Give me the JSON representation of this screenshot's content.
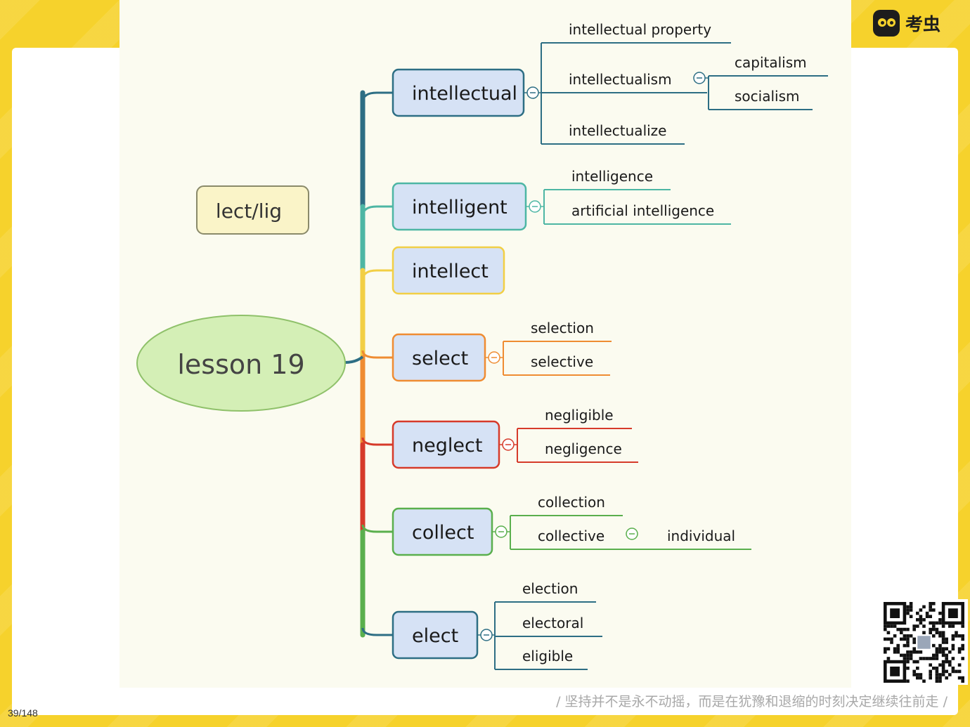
{
  "brand": {
    "name": "考虫",
    "icon": "bug-face-icon"
  },
  "footer": {
    "page_indicator": "39/148",
    "motto": "/ 坚持并不是永不动摇，而是在犹豫和退缩的时刻决定继续往前走 /"
  },
  "mindmap": {
    "root": {
      "label": "lesson 19"
    },
    "floating": {
      "label": "lect/lig"
    },
    "colors": {
      "root_fill": "#d4efb6",
      "root_border": "#8fc16a",
      "floating_fill": "#faf4c8",
      "floating_border": "#8a8a6a",
      "node_fill": "#d6e2f5"
    },
    "branches": [
      {
        "label": "intellectual",
        "color": "#2d6e84",
        "children": [
          {
            "label": "intellectual  property"
          },
          {
            "label": "intellectualism",
            "children": [
              {
                "label": "capitalism"
              },
              {
                "label": "socialism"
              }
            ]
          },
          {
            "label": "intellectualize"
          }
        ]
      },
      {
        "label": "intelligent",
        "color": "#4db6a4",
        "children": [
          {
            "label": "intelligence"
          },
          {
            "label": "artificial intelligence"
          }
        ]
      },
      {
        "label": "intellect",
        "color": "#f2cf45",
        "children": []
      },
      {
        "label": "select",
        "color": "#ef8c32",
        "children": [
          {
            "label": "selection"
          },
          {
            "label": "selective"
          }
        ]
      },
      {
        "label": "neglect",
        "color": "#d63a2a",
        "children": [
          {
            "label": "negligible"
          },
          {
            "label": "negligence"
          }
        ]
      },
      {
        "label": "collect",
        "color": "#5aaf4d",
        "children": [
          {
            "label": "collection"
          },
          {
            "label": "collective",
            "children": [
              {
                "label": "individual"
              }
            ]
          }
        ]
      },
      {
        "label": "elect",
        "color": "#2d6e84",
        "children": [
          {
            "label": "election"
          },
          {
            "label": "electoral"
          },
          {
            "label": "eligible"
          }
        ]
      }
    ]
  }
}
